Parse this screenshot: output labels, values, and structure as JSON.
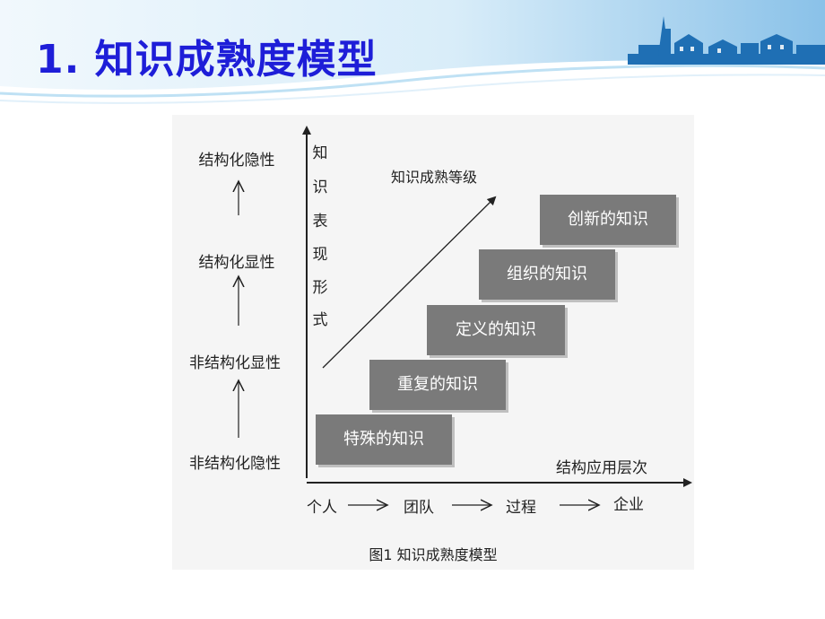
{
  "slide": {
    "title": "1. 知识成熟度模型"
  },
  "diagram": {
    "y_levels": [
      "结构化隐性",
      "结构化显性",
      "非结构化显性",
      "非结构化隐性"
    ],
    "y_axis_label": [
      "知",
      "识",
      "表",
      "现",
      "形",
      "式"
    ],
    "arrow_label": "知识成熟等级",
    "steps": [
      "特殊的知识",
      "重复的知识",
      "定义的知识",
      "组织的知识",
      "创新的知识"
    ],
    "x_axis_label": "结构应用层次",
    "x_levels": [
      "个人",
      "团队",
      "过程",
      "企业"
    ],
    "caption": "图1  知识成熟度模型"
  },
  "colors": {
    "title": "#1e1ed8",
    "step_fill": "#7a7a7a",
    "banner": "#2a8fd6"
  },
  "icons": [
    "town-skyline-icon"
  ]
}
